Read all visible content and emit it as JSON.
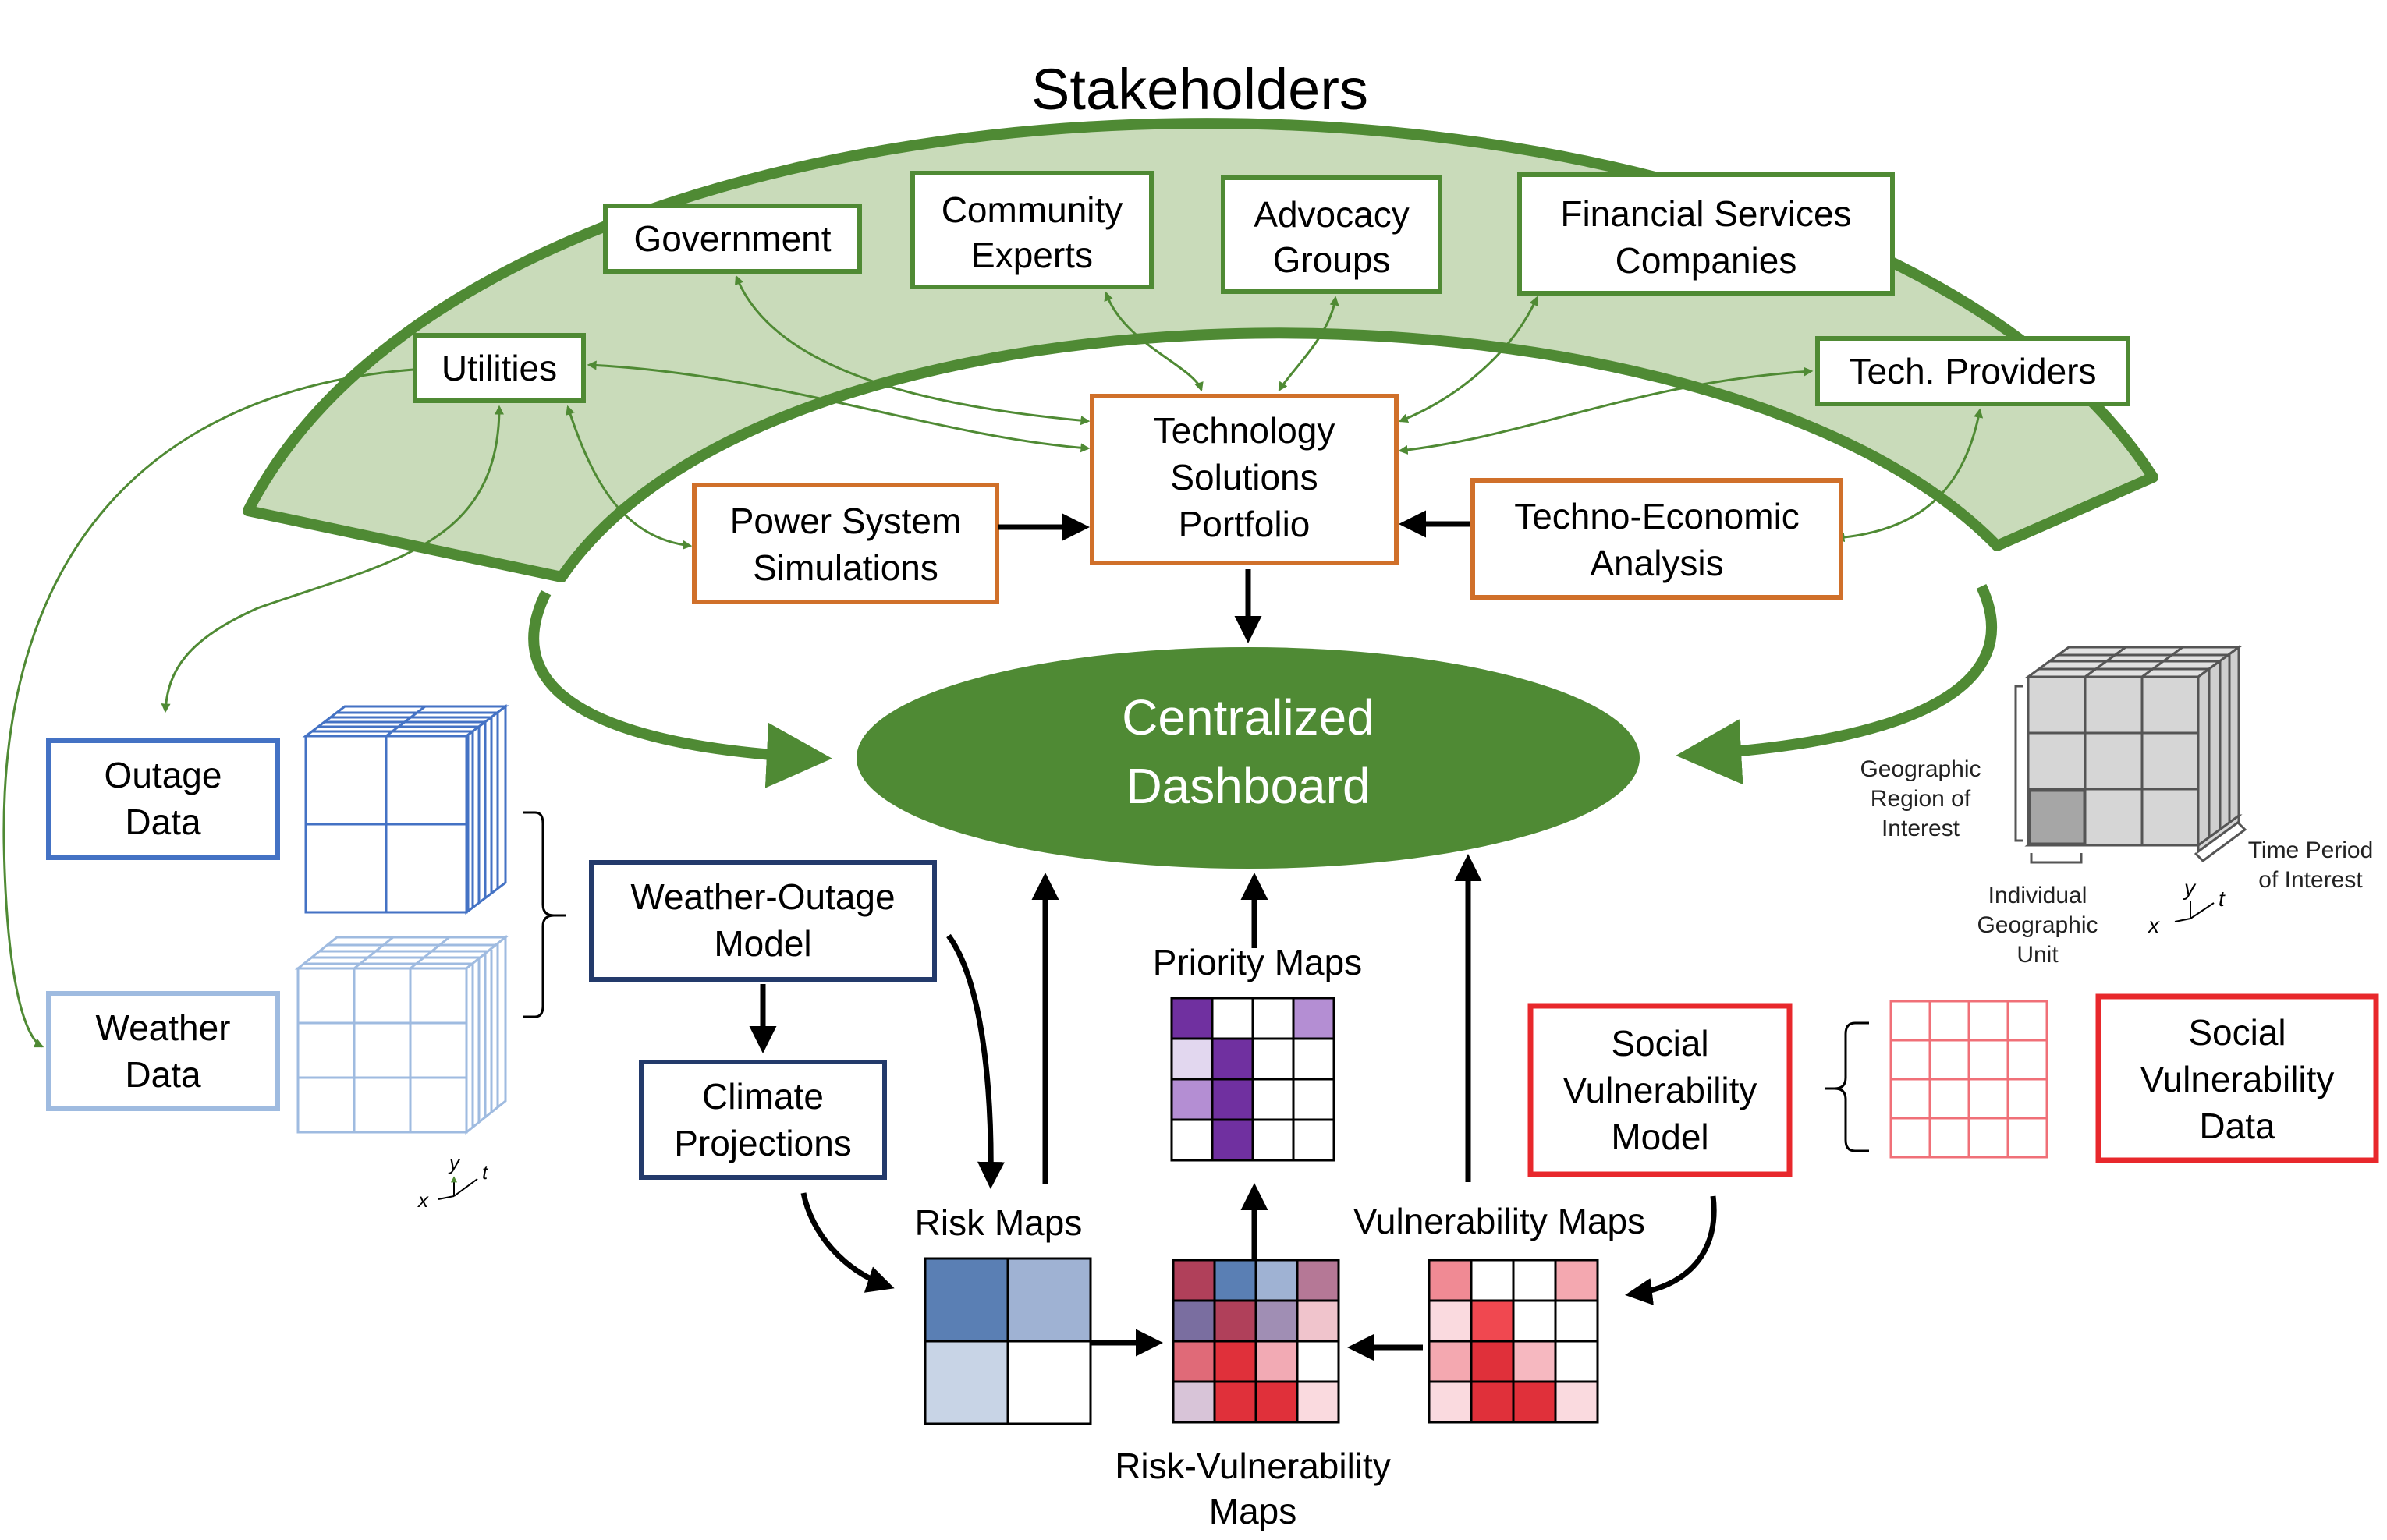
{
  "title": "Stakeholders",
  "stakeholders": [
    "Government",
    "Community",
    "Experts",
    "Advocacy",
    "Groups",
    "Financial Services",
    "Companies",
    "Utilities",
    "Tech. Providers"
  ],
  "core": {
    "power": [
      "Power System",
      "Simulations"
    ],
    "portfolio": [
      "Technology",
      "Solutions",
      "Portfolio"
    ],
    "tea": [
      "Techno-Economic",
      "Analysis"
    ]
  },
  "dashboard": [
    "Centralized",
    "Dashboard"
  ],
  "data_left": {
    "outage": [
      "Outage",
      "Data"
    ],
    "weather": [
      "Weather",
      "Data"
    ],
    "model": [
      "Weather-Outage",
      "Model"
    ],
    "climate": [
      "Climate",
      "Projections"
    ]
  },
  "maps": {
    "priority": "Priority Maps",
    "risk": "Risk Maps",
    "vuln": "Vulnerability Maps",
    "rv": [
      "Risk-Vulnerability",
      "Maps"
    ]
  },
  "social": {
    "model": [
      "Social",
      "Vulnerability",
      "Model"
    ],
    "data": [
      "Social",
      "Vulnerability",
      "Data"
    ]
  },
  "legend": {
    "region": [
      "Geographic",
      "Region of",
      "Interest"
    ],
    "time": [
      "Time Period",
      "of Interest"
    ],
    "unit": [
      "Individual",
      "Geographic",
      "Unit"
    ],
    "axes": [
      "x",
      "y",
      "t"
    ]
  },
  "colors": {
    "green": "#4f8a34",
    "fan_fill": "#c9dbba",
    "orange": "#d0702a",
    "navy": "#233a6b",
    "blue": "#4472c4",
    "light_blue": "#9fbbe0",
    "red": "#e8282c",
    "purple": "#7030a0"
  }
}
